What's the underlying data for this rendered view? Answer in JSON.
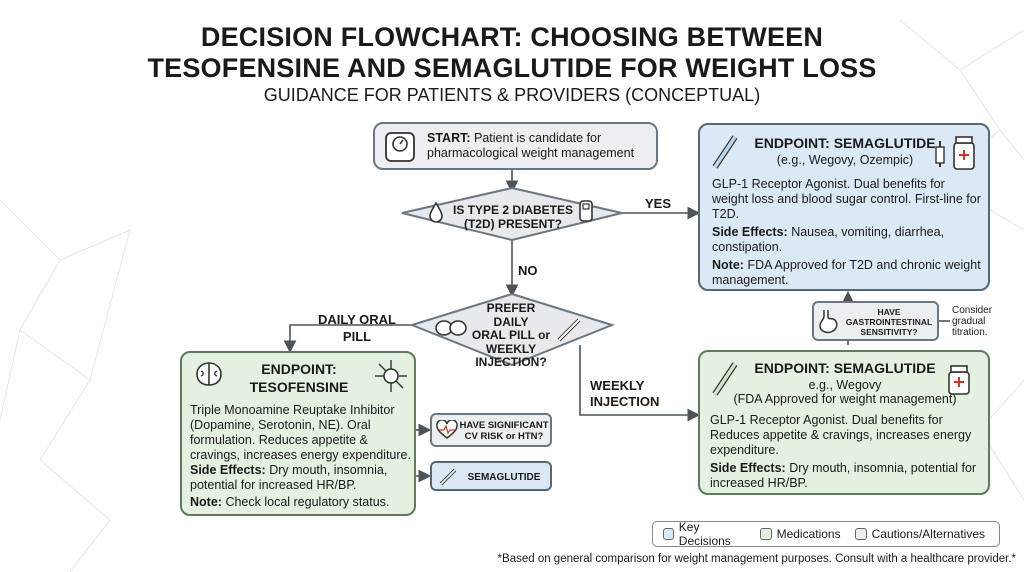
{
  "title_line1": "DECISION FLOWCHART: CHOOSING BETWEEN",
  "title_line2": "TESOFENSINE AND SEMAGLUTIDE FOR WEIGHT LOSS",
  "subtitle": "GUIDANCE FOR PATIENTS & PROVIDERS (CONCEPTUAL)",
  "start": {
    "label": "START:",
    "text": "Patient is candidate for pharmacological weight management"
  },
  "decision1": {
    "line1": "IS TYPE 2 DIABETES",
    "line2": "(T2D) PRESENT?"
  },
  "decision2": {
    "line1": "PREFER DAILY",
    "line2": "ORAL PILL or",
    "line3": "WEEKLY",
    "line4": "INJECTION?"
  },
  "labels": {
    "yes": "YES",
    "no": "NO",
    "daily_oral_1": "DAILY ORAL",
    "daily_oral_2": "PILL",
    "weekly_1": "WEEKLY",
    "weekly_2": "INJECTION"
  },
  "endpoint_sema_t2d": {
    "title": "ENDPOINT: SEMAGLUTIDE",
    "sub": "(e.g., Wegovy, Ozempic)",
    "desc": "GLP-1 Receptor Agonist. Dual benefits for weight loss and blood sugar control. First-line for T2D.",
    "se_label": "Side Effects:",
    "se_text": "Nausea, vomiting, diarrhea, constipation.",
    "note_label": "Note:",
    "note_text": "FDA Approved for T2D and chronic weight management."
  },
  "gi_check": {
    "line1": "HAVE",
    "line2": "GASTROINTESTINAL",
    "line3": "SENSITIVITY?",
    "side_1": "Consider",
    "side_2": "gradual",
    "side_3": "titration."
  },
  "endpoint_sema_weekly": {
    "title": "ENDPOINT: SEMAGLUTIDE",
    "sub1": "e.g., Wegovy",
    "sub2": "(FDA Approved for weight management)",
    "desc": "GLP-1 Receptor Agonist. Dual benefits for Reduces appetite & cravings, increases energy expenditure.",
    "se_label": "Side Effects:",
    "se_text": "Dry mouth, insomnia, potential for increased HR/BP."
  },
  "endpoint_teso": {
    "title1": "ENDPOINT:",
    "title2": "TESOFENSINE",
    "desc": "Triple Monoamine Reuptake Inhibitor (Dopamine, Serotonin, NE). Oral formulation. Reduces appetite & cravings, increases energy expenditure.",
    "se_label": "Side Effects:",
    "se_text": "Dry mouth, insomnia, potential for increased HR/BP.",
    "note_label": "Note:",
    "note_text": "Check local regulatory status."
  },
  "cv_check": {
    "line1": "HAVE SIGNIFICANT",
    "line2": "CV RISK or HTN?"
  },
  "sema_alt": {
    "label": "SEMAGLUTIDE"
  },
  "legend": {
    "key": "Key Decisions",
    "meds": "Medications",
    "cautions": "Cautions/Alternatives"
  },
  "footnote": "*Based on general comparison for weight management purposes. Consult with a healthcare provider.*",
  "colors": {
    "blue": "#dbe9f6",
    "green": "#e4f1e1",
    "grey": "#eceff1",
    "line": "#4d5358"
  }
}
